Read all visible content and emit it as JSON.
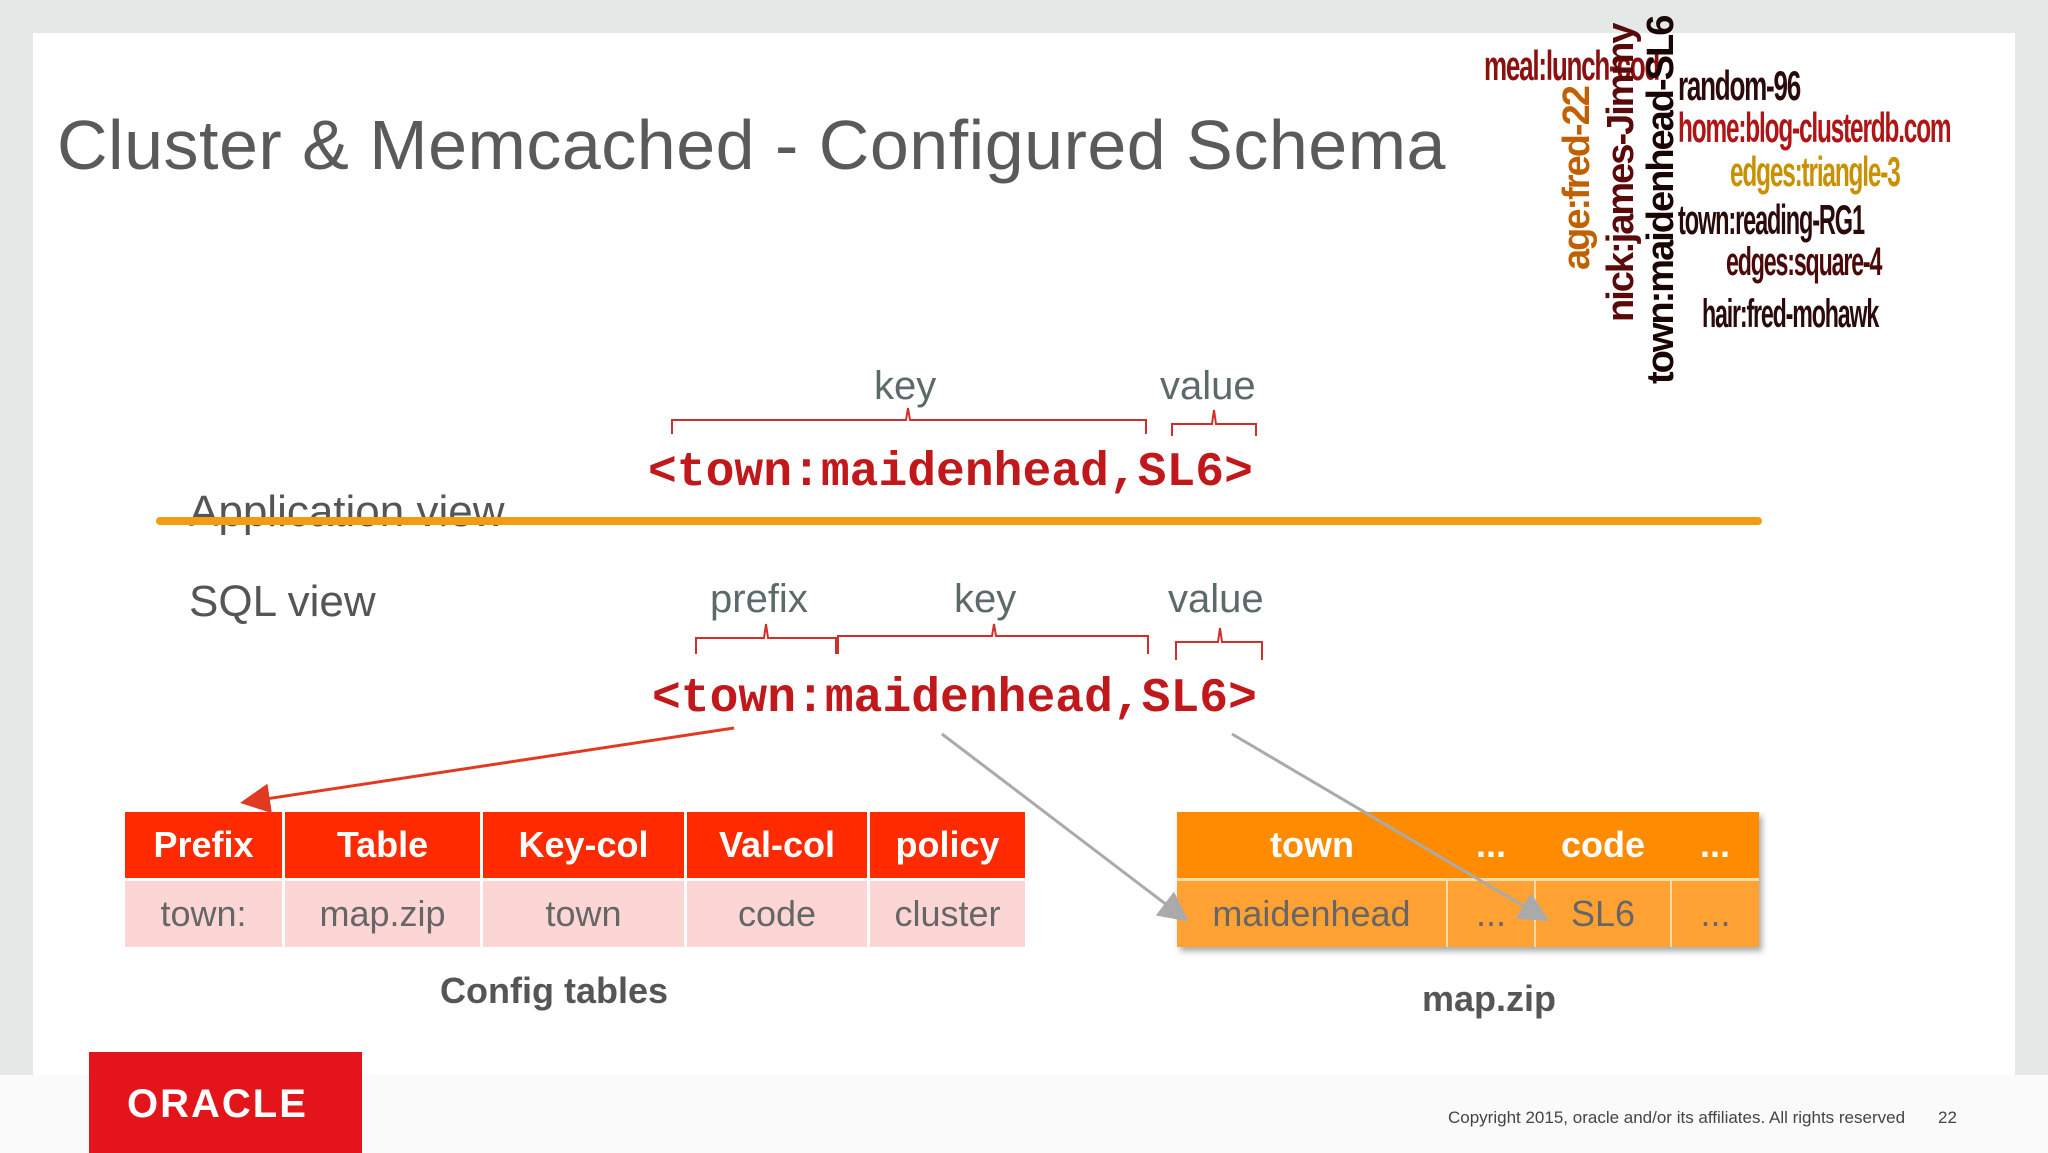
{
  "slide": {
    "title": "Cluster & Memcached - Configured Schema",
    "application_view_label": "Application view",
    "sql_view_label": "SQL view",
    "app_key_label": "key",
    "app_value_label": "value",
    "sql_prefix_label": "prefix",
    "sql_key_label": "key",
    "sql_value_label": "value",
    "app_pair": "<town:maidenhead,SL6>",
    "sql_pair": "<town:maidenhead,SL6>"
  },
  "word_cloud": {
    "w1": "meal:lunch-cod",
    "w2": "random-96",
    "w3": "home:blog-clusterdb.com",
    "w4": "edges:triangle-3",
    "w5": "town:reading-RG1",
    "w6": "edges:square-4",
    "w7": "hair:fred-mohawk",
    "v1": "age:fred-22",
    "v2": "nick:james-Jimmy",
    "v3": "town:maidenhead-SL6"
  },
  "config_table": {
    "headers": [
      "Prefix",
      "Table",
      "Key-col",
      "Val-col",
      "policy"
    ],
    "row": [
      "town:",
      "map.zip",
      "town",
      "code",
      "cluster"
    ],
    "caption": "Config tables"
  },
  "map_table": {
    "headers": [
      "town",
      "...",
      "code",
      "..."
    ],
    "row": [
      "maidenhead",
      "...",
      "SL6",
      "..."
    ],
    "caption": "map.zip"
  },
  "footer": {
    "logo": "ORACLE",
    "copyright": "Copyright 2015, oracle and/or its affiliates. All rights reserved",
    "page": "22"
  },
  "colors": {
    "accent_red": "#c0181b",
    "config_header": "#ff2a00",
    "map_header": "#ff8c00",
    "divider": "#f39c12"
  }
}
